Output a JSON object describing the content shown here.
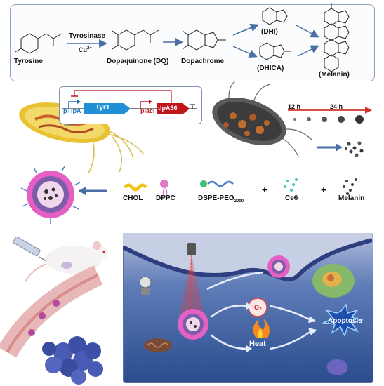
{
  "pathway": {
    "tyrosine": "Tyrosine",
    "enzyme": "Tyrosinase",
    "cofactor": "Cu",
    "cofactor_sup": "2+",
    "dopaquinone": "Dopaquinone (DQ)",
    "dopachrome": "Dopachrome",
    "dhi": "(DHI)",
    "dhica": "(DHICA)",
    "melanin": "(Melanin)"
  },
  "plasmid": {
    "promoter1": "pTlpA",
    "gene1": "Tyr1",
    "promoter2": "placI",
    "gene2": "tlpA36"
  },
  "time": {
    "t1": "12 h",
    "t2": "24 h"
  },
  "components": {
    "chol": "CHOL",
    "dppc": "DPPC",
    "dspe": "DSPE-PEG",
    "dspe_sub": "2000",
    "plus1": "+",
    "ce6": "Ce6",
    "plus2": "+",
    "melanin": "Melanin"
  },
  "cell": {
    "singlet_oxygen": "¹O₂",
    "heat": "Heat",
    "apoptosis": "Apoptosis"
  },
  "colors": {
    "arrow_blue": "#4a6fa5",
    "tyr1_blue": "#1f8fd6",
    "tlpa_red": "#c0161b",
    "promoter_text": "#1f6fc0",
    "placi_text": "#c0161b",
    "timeline_red": "#d0342c"
  }
}
